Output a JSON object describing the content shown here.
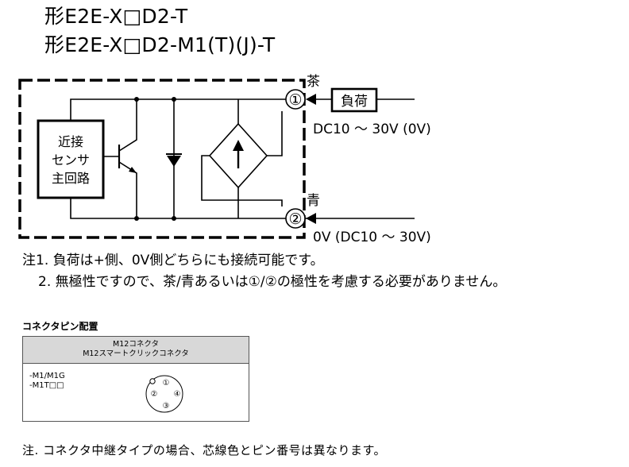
{
  "titles": [
    "形E2E-X□D2-T",
    "形E2E-X□D2-M1(T)(J)-T"
  ],
  "circuit": {
    "main_circuit_lines": [
      "近接",
      "センサ",
      "主回路"
    ],
    "terminal_1": "①",
    "terminal_2": "②",
    "wire_brown": "茶",
    "wire_blue": "青",
    "load_label": "負荷",
    "supply_plus": "DC10 ～ 30V (0V)",
    "supply_minus": "0V (DC10 ～ 30V)"
  },
  "notes": [
    "注1. 負荷は+側、0V側どちらにも接続可能です。",
    "2. 無極性ですので、茶/青あるいは①/②の極性を考慮する必要がありません。"
  ],
  "connector": {
    "section_title": "コネクタピン配置",
    "header_lines": [
      "M12コネクタ",
      "M12スマートクリックコネクタ"
    ],
    "model_codes": [
      "-M1/M1G",
      "-M1T□□"
    ],
    "pins": [
      "①",
      "②",
      "③",
      "④"
    ]
  },
  "footnote": "注. コネクタ中継タイプの場合、芯線色とピン番号は異なります。"
}
